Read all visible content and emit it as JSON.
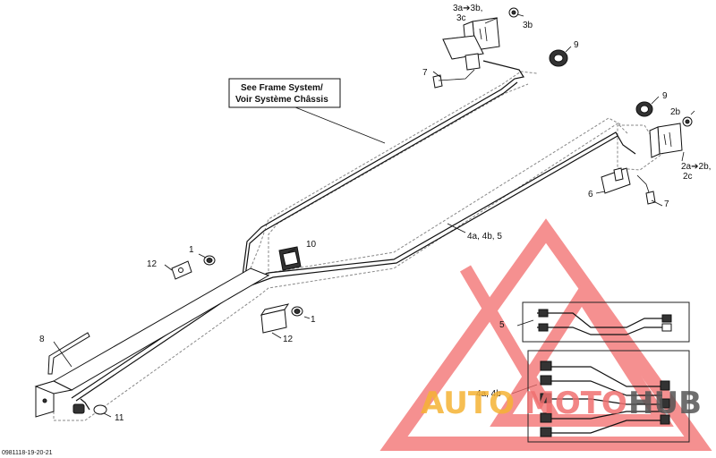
{
  "callouts": {
    "c_3abc_line1": "3a➔3b,",
    "c_3abc_line2": "3c",
    "c_3b": "3b",
    "c_9_top": "9",
    "c_7_top": "7",
    "c_see_frame_line1": "See Frame System/",
    "c_see_frame_line2": "Voir Système Châssis",
    "c_9_mid": "9",
    "c_2b": "2b",
    "c_2abc_line1": "2a➔2b,",
    "c_2abc_line2": "2c",
    "c_6": "6",
    "c_7_right": "7",
    "c_4a4b5": "4a, 4b, 5",
    "c_1_top": "1",
    "c_10": "10",
    "c_12_top": "12",
    "c_1_bottom": "1",
    "c_12_bottom": "12",
    "c_8": "8",
    "c_11": "11",
    "c_5_inset": "5",
    "c_4a4b_inset": "4a, 4b"
  },
  "watermark": {
    "part1": "AUTO",
    "part2": "MOTO",
    "part3": "HUB",
    "color1": "#f5b335",
    "color2": "#f07070",
    "color3": "#555555",
    "triangle_color": "#f26b6b"
  },
  "reference_code": "0981118-19-20-21"
}
